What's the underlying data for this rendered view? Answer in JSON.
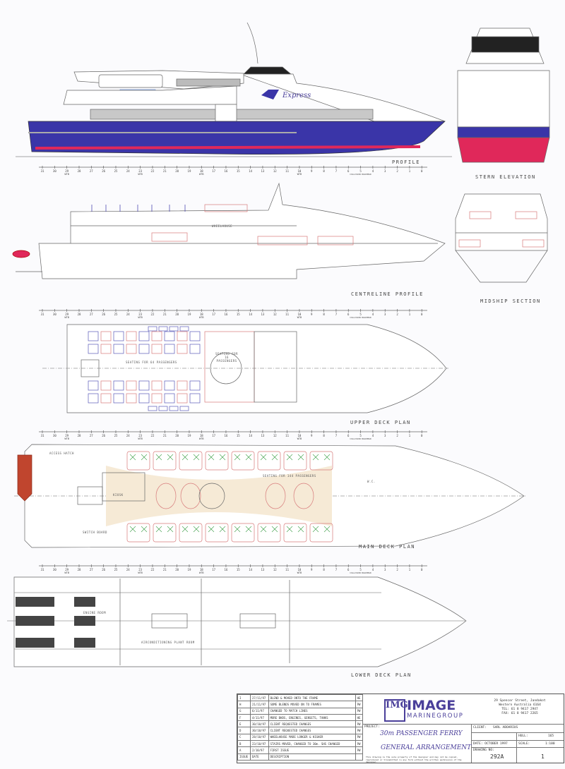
{
  "views": {
    "profile": "PROFILE",
    "stern_elevation": "STERN ELEVATION",
    "centreline_profile": "CENTRELINE PROFILE",
    "midship_section": "MIDSHIP SECTION",
    "upper_deck_plan": "UPPER DECK PLAN",
    "main_deck_plan": "MAIN DECK PLAN",
    "lower_deck_plan": "LOWER DECK PLAN"
  },
  "hull_branding": "Express",
  "frame_scale": {
    "frames": [
      31,
      30,
      29,
      28,
      27,
      26,
      25,
      24,
      23,
      22,
      21,
      20,
      19,
      18,
      17,
      16,
      15,
      14,
      13,
      12,
      11,
      10,
      9,
      8,
      7,
      6,
      5,
      4,
      3,
      2,
      1,
      0
    ],
    "wtb_label": "WTB",
    "wtb_frames": [
      29,
      23,
      18,
      10
    ],
    "collision_label": "COLLISION BULKHEAD",
    "collision_frame": 5
  },
  "annotations": {
    "upper_seating_aft": "SEATING FOR 64 PASSENGERS",
    "upper_seating_fwd": "SEATING FOR 16 PASSENGERS",
    "main_seating": "SEATING FOR 144 PASSENGERS",
    "engine_room": "ENGINE ROOM",
    "aircon_plant": "AIRCONDITIONING PLANT ROOM",
    "kiosk": "KIOSK",
    "switchboard": "SWITCH BOARD",
    "wheelhouse": "WHEELHOUSE",
    "access_hatch": "ACCESS HATCH",
    "wc": "W.C."
  },
  "colors": {
    "hull_blue": "#3a35a8",
    "boot_red": "#e0285a",
    "seat_blue": "#5a5ab8",
    "seat_red": "#d77b7b",
    "plant_green": "#3fa04a",
    "line": "#555555"
  },
  "title_block": {
    "revisions": [
      {
        "issue": "I",
        "date": "27/11/97",
        "description": "BLEND & MOVED ONTO THE FRAME",
        "by": "HE"
      },
      {
        "issue": "H",
        "date": "21/11/97",
        "description": "SOME BLENDS MOVED ON TO FRAMES",
        "by": "PW"
      },
      {
        "issue": "G",
        "date": "6/11/97",
        "description": "CHANGED TO MATCH LINES",
        "by": "PW"
      },
      {
        "issue": "F",
        "date": "4/11/97",
        "description": "MORE BHDS, ENGINES, GENSETS, TANKS",
        "by": "HE"
      },
      {
        "issue": "E",
        "date": "30/10/97",
        "description": "CLIENT REQUESTED CHANGES",
        "by": "PW"
      },
      {
        "issue": "D",
        "date": "30/10/97",
        "description": "CLIENT REQUESTED CHANGES",
        "by": "PW"
      },
      {
        "issue": "C",
        "date": "28/10/97",
        "description": "WHEELHOUSE MADE LONGER & HIGHER",
        "by": "PW"
      },
      {
        "issue": "B",
        "date": "23/10/97",
        "description": "STAIRS MOVED, CHANGED TO 30m. SHS CHANGED",
        "by": "PW"
      },
      {
        "issue": "A",
        "date": "2/10/97",
        "description": "FIRST ISSUE",
        "by": "PW"
      }
    ],
    "header": {
      "issue": "ISSUE",
      "date": "DATE",
      "description": "DESCRIPTION"
    },
    "company_mark": "IMG",
    "company_name": "IMAGE",
    "company_sub": "MARINEGROUP",
    "address_1": "29 Spencer Street, Jandakot",
    "address_2": "Western Australia 6164",
    "tel": "TEL: 61 8 9417 2947",
    "fax": "FAX: 61 8 9417 2265",
    "project_label": "PROJECT:",
    "project_name": "30m PASSENGER FERRY",
    "drawing_title": "GENERAL ARRANGEMENT",
    "client_label": "CLIENT:",
    "client": "SARL ABOARIUS",
    "hull_label": "HULL:",
    "hull": "165",
    "date_label": "DATE: OCTOBER 1997",
    "scale_label": "SCALE:",
    "scale": "1:100",
    "drawing_no_label": "DRAWING NO:",
    "drawing_no": "292A",
    "sheet": "1",
    "copyright": "This drawing is the sole property of the designer and may not be copied, reproduced or transmitted in any form without the written permission of the designer."
  }
}
